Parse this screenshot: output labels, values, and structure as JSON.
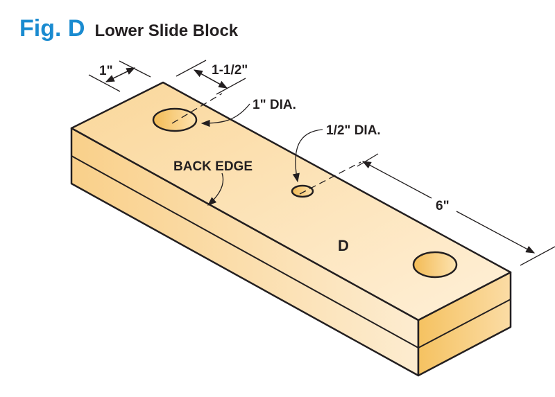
{
  "figure": {
    "label": "Fig. D",
    "title": "Lower Slide Block"
  },
  "labels": {
    "edge_offset": "1\"",
    "hole_offset": "1-1/2\"",
    "large_hole": "1\" DIA.",
    "small_hole": "1/2\" DIA.",
    "back_edge": "BACK EDGE",
    "part": "D",
    "spacing": "6\""
  },
  "colors": {
    "accent": "#1a8bd0",
    "wood_light": "#fde9c4",
    "wood_dark": "#f5c261",
    "ink": "#231f20"
  }
}
